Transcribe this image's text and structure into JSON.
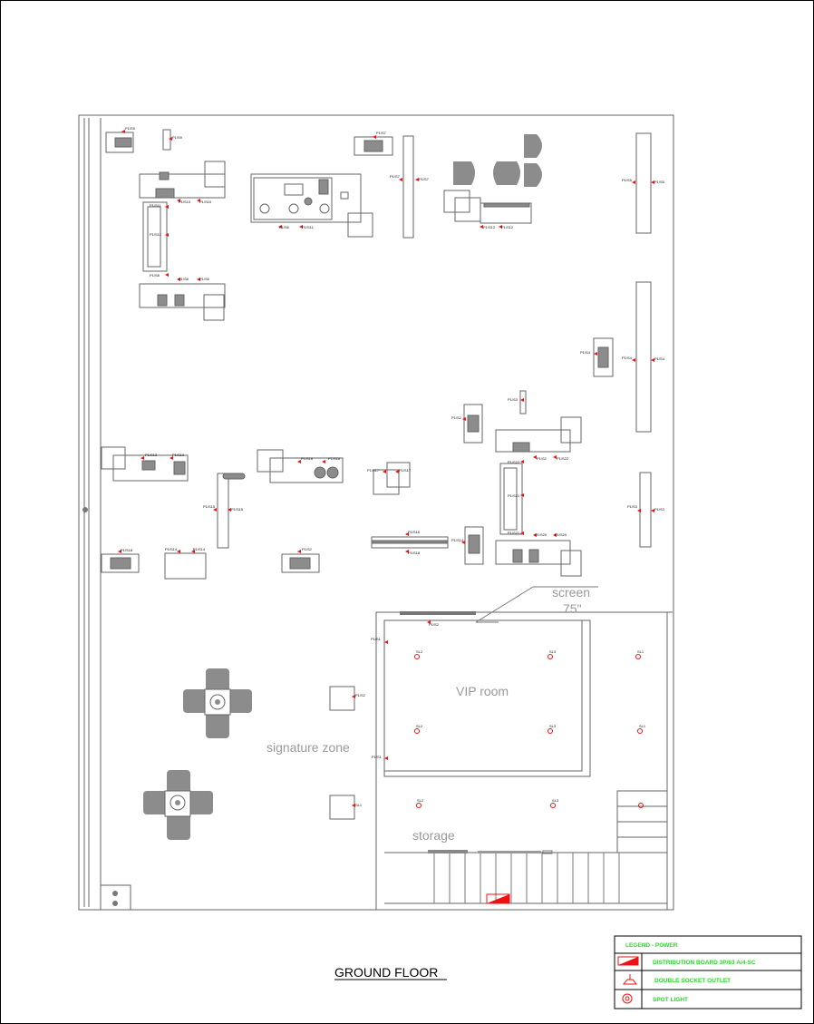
{
  "drawing": {
    "title": "GROUND FLOOR",
    "zones": {
      "screen": "screen",
      "screen_size": "75\"",
      "vip": "VIP room",
      "signature": "signature zone",
      "storage": "storage"
    },
    "tags": [
      "P1/S9",
      "P1/S9",
      "P1/S7",
      "P1/S7",
      "P1/S7",
      "P1/S5",
      "P1/S5",
      "P1/S10",
      "P1/S10",
      "P1/S11",
      "P1/S11",
      "P1/S8",
      "P1/S8",
      "P1/S6",
      "P1/S6",
      "P1/S11",
      "P1/S12",
      "P1/S12",
      "P1/S4",
      "P1/S4",
      "P1/S4",
      "P1/S3",
      "P1/S2",
      "P1/S2",
      "P1/S22",
      "P1/S22",
      "P1/S21",
      "P1/S21",
      "P1/S20",
      "P1/S20",
      "P1/S3",
      "P1/S3",
      "P1/S13",
      "P1/S13",
      "P1/S16",
      "P1/S16",
      "P1/S15",
      "P1/S15",
      "P1/S17",
      "P1/S17",
      "P1/S16",
      "P1/S18",
      "P1/S14",
      "P1/S14",
      "P1/S14",
      "P1/S18",
      "P1/S2",
      "P1/S2",
      "P1/S1",
      "P1/S1",
      "P1/S2",
      "SL1",
      "SL2",
      "SL3",
      "SL1",
      "SL2",
      "SL3",
      "SL1",
      "SL2",
      "SL3"
    ]
  },
  "legend": {
    "header": "LEGEND - POWER",
    "items": [
      {
        "icon": "distribution-board-icon",
        "label": "DISTRIBUTION BOARD 3P/63 A/4-SC"
      },
      {
        "icon": "double-socket-icon",
        "label": "DOUBLE SOCKET OUTLET"
      },
      {
        "icon": "spot-light-icon",
        "label": "SPOT LIGHT"
      }
    ],
    "color": "#22dd22"
  },
  "colors": {
    "line": "#555555",
    "fill": "#8c8c8c",
    "marker": "#ee1111"
  }
}
